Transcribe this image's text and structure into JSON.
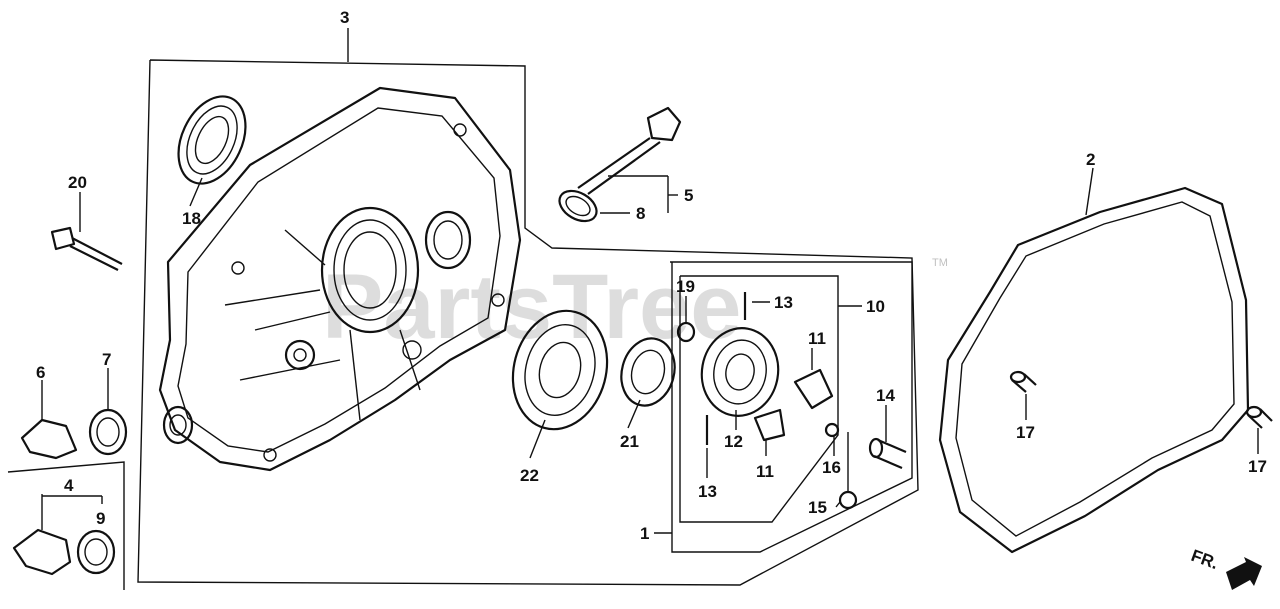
{
  "diagram": {
    "labels": {
      "l1": "1",
      "l2": "2",
      "l3": "3",
      "l4": "4",
      "l5": "5",
      "l6": "6",
      "l7": "7",
      "l8": "8",
      "l9": "9",
      "l10": "10",
      "l11a": "11",
      "l11b": "11",
      "l12": "12",
      "l13a": "13",
      "l13b": "13",
      "l14": "14",
      "l15": "15",
      "l16": "16",
      "l17a": "17",
      "l17b": "17",
      "l18": "18",
      "l19": "19",
      "l20": "20",
      "l21": "21",
      "l22": "22"
    },
    "front_marker": "FR.",
    "watermark": "PartsTree",
    "trademark": "TM"
  },
  "colors": {
    "line": "#111111",
    "background": "#ffffff",
    "watermark": "#000000"
  }
}
